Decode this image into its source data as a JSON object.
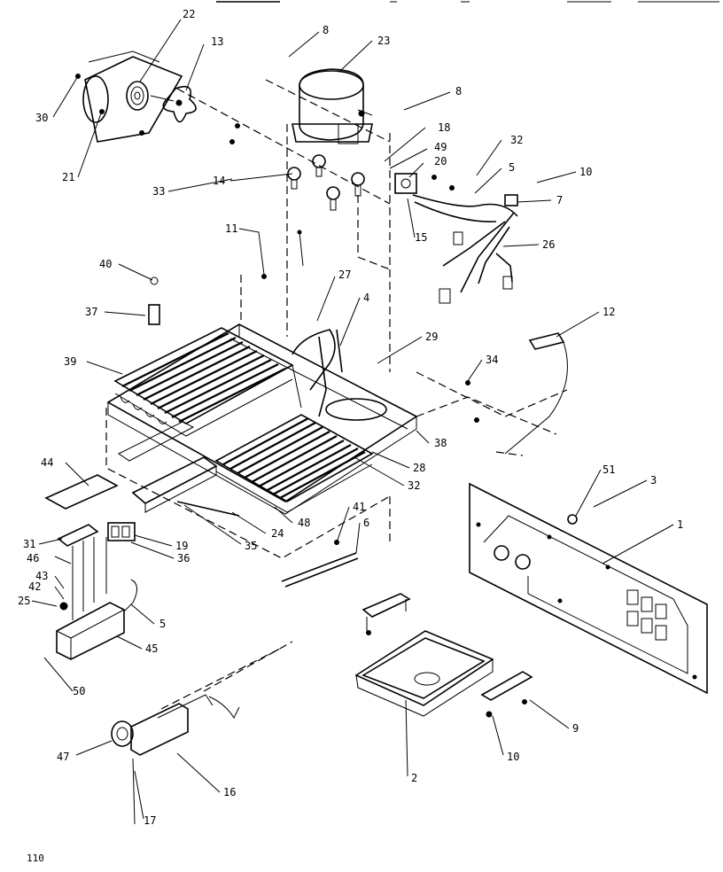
{
  "page_number": "110",
  "callouts": [
    {
      "id": "p22",
      "label": "22"
    },
    {
      "id": "p13",
      "label": "13"
    },
    {
      "id": "p8a",
      "label": "8"
    },
    {
      "id": "p23",
      "label": "23"
    },
    {
      "id": "p8b",
      "label": "8"
    },
    {
      "id": "p30",
      "label": "30"
    },
    {
      "id": "p18",
      "label": "18"
    },
    {
      "id": "p49",
      "label": "49"
    },
    {
      "id": "p32a",
      "label": "32"
    },
    {
      "id": "p20",
      "label": "20"
    },
    {
      "id": "p5a",
      "label": "5"
    },
    {
      "id": "p10a",
      "label": "10"
    },
    {
      "id": "p21",
      "label": "21"
    },
    {
      "id": "p14",
      "label": "14"
    },
    {
      "id": "p7",
      "label": "7"
    },
    {
      "id": "p33",
      "label": "33"
    },
    {
      "id": "p15",
      "label": "15"
    },
    {
      "id": "p26",
      "label": "26"
    },
    {
      "id": "p11",
      "label": "11"
    },
    {
      "id": "p40",
      "label": "40"
    },
    {
      "id": "p27",
      "label": "27"
    },
    {
      "id": "p4",
      "label": "4"
    },
    {
      "id": "p12",
      "label": "12"
    },
    {
      "id": "p37",
      "label": "37"
    },
    {
      "id": "p29",
      "label": "29"
    },
    {
      "id": "p34",
      "label": "34"
    },
    {
      "id": "p39",
      "label": "39"
    },
    {
      "id": "p38a",
      "label": "38"
    },
    {
      "id": "p28",
      "label": "28"
    },
    {
      "id": "p44",
      "label": "44"
    },
    {
      "id": "p32b",
      "label": "32"
    },
    {
      "id": "p51",
      "label": "51"
    },
    {
      "id": "p3",
      "label": "3"
    },
    {
      "id": "p48",
      "label": "48"
    },
    {
      "id": "p41",
      "label": "41"
    },
    {
      "id": "p1",
      "label": "1"
    },
    {
      "id": "p24",
      "label": "24"
    },
    {
      "id": "p6",
      "label": "6"
    },
    {
      "id": "p35",
      "label": "35"
    },
    {
      "id": "p31",
      "label": "31"
    },
    {
      "id": "p19",
      "label": "19"
    },
    {
      "id": "p36",
      "label": "36"
    },
    {
      "id": "p46",
      "label": "46"
    },
    {
      "id": "p43",
      "label": "43"
    },
    {
      "id": "p42",
      "label": "42"
    },
    {
      "id": "p25",
      "label": "25"
    },
    {
      "id": "p5b",
      "label": "5"
    },
    {
      "id": "p45",
      "label": "45"
    },
    {
      "id": "p50",
      "label": "50"
    },
    {
      "id": "p9",
      "label": "9"
    },
    {
      "id": "p47",
      "label": "47"
    },
    {
      "id": "p10b",
      "label": "10"
    },
    {
      "id": "p16",
      "label": "16"
    },
    {
      "id": "p2",
      "label": "2"
    },
    {
      "id": "p17",
      "label": "17"
    }
  ]
}
